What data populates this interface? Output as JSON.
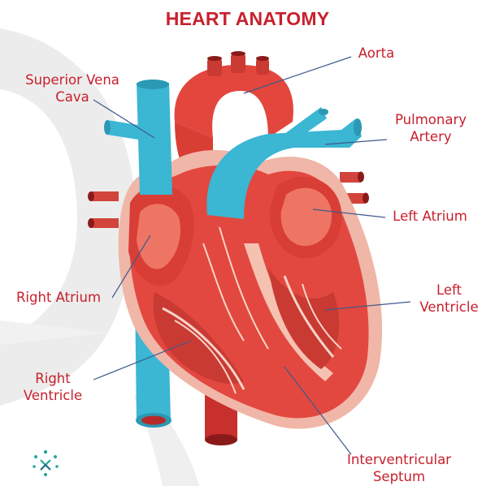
{
  "title": "HEART ANATOMY",
  "labels": {
    "superior_vena_cava": [
      "Superior Vena",
      "Cava"
    ],
    "aorta": [
      "Aorta"
    ],
    "pulmonary_artery": [
      "Pulmonary",
      "Artery"
    ],
    "left_atrium": [
      "Left Atrium"
    ],
    "left_ventricle": [
      "Left",
      "Ventricle"
    ],
    "right_atrium": [
      "Right Atrium"
    ],
    "right_ventricle": [
      "Right",
      "Ventricle"
    ],
    "interventricular_septum": [
      "Interventricular",
      "Septum"
    ]
  },
  "colors": {
    "title": "#c8202d",
    "label_text": "#c8202d",
    "leader_line": "#3f5a8c",
    "vessel_blue": "#3bb6d3",
    "muscle_red": "#e2483f",
    "background_swoosh": "#e9e9e9"
  },
  "icons": {
    "logo": "brand-logo-icon"
  }
}
